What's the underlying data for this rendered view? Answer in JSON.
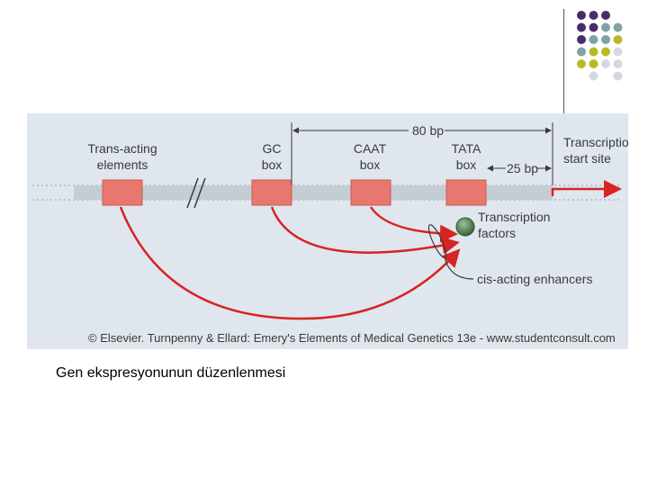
{
  "decoration": {
    "dot_colors": {
      "purple": "#4a2c6b",
      "teal": "#7fa3a6",
      "olive": "#b9b928",
      "light": "#d7d7e2"
    }
  },
  "diagram": {
    "labels": {
      "trans_acting": [
        "Trans-acting",
        "elements"
      ],
      "gc_box": [
        "GC",
        "box"
      ],
      "caat_box": [
        "CAAT",
        "box"
      ],
      "tata_box": [
        "TATA",
        "box"
      ],
      "transcription_start": [
        "Transcription",
        "start site"
      ],
      "transcription_factors": [
        "Transcription",
        "factors"
      ],
      "cis_acting": "cis-acting enhancers",
      "distance_80bp": "80 bp",
      "distance_25bp": "25 bp"
    },
    "copyright": "© Elsevier. Turnpenny & Ellard: Emery's Elements of Medical Genetics 13e - www.studentconsult.com",
    "colors": {
      "background": "#dfe6ee",
      "strand": "#c4ccd4",
      "box_fill": "#e8776d",
      "arrow": "#d82323",
      "factor_ball": "#4f7a4f",
      "text": "#3a3a3a"
    }
  },
  "caption": "Gen ekspresyonunun düzenlenmesi"
}
